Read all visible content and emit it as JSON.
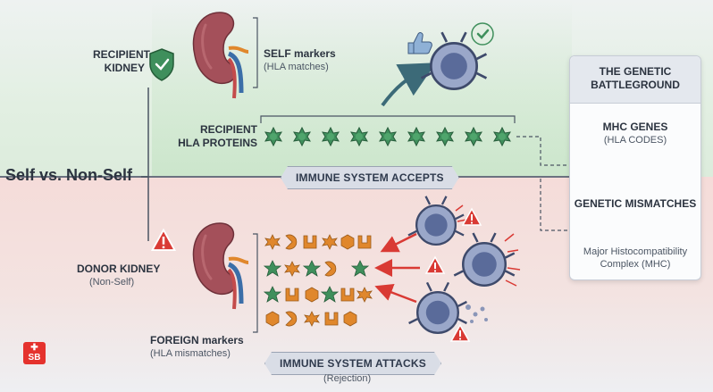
{
  "left": {
    "recipient_kidney": [
      "RECIPIENT",
      "KIDNEY"
    ],
    "title": "Self vs. Non-Self",
    "donor_kidney": "DONOR KIDNEY",
    "donor_sub": "(Non-Self)"
  },
  "top": {
    "self_markers": "SELF markers",
    "self_markers_sub": "(HLA matches)",
    "recipient_hla": [
      "RECIPIENT",
      "HLA PROTEINS"
    ],
    "accepts": "IMMUNE SYSTEM ACCEPTS"
  },
  "bottom": {
    "foreign_markers": "FOREIGN markers",
    "foreign_markers_sub": "(HLA mismatches)",
    "attacks": "IMMUNE SYSTEM ATTACKS",
    "attacks_sub": "(Rejection)"
  },
  "panel": {
    "title": [
      "THE GENETIC",
      "BATTLEGROUND"
    ],
    "mhc_genes": "MHC GENES",
    "mhc_genes_sub": "(HLA CODES)",
    "mismatches": "GENETIC MISMATCHES",
    "mhc_full": [
      "Major Histocompatibility",
      "Complex (MHC)"
    ]
  },
  "logo": {
    "top": "✚",
    "bottom": "SB"
  },
  "colors": {
    "green": "#3f8f5c",
    "orange": "#e0872c",
    "red": "#d93a34",
    "kidney": "#a4505a",
    "cell": "#5a6b9a"
  }
}
